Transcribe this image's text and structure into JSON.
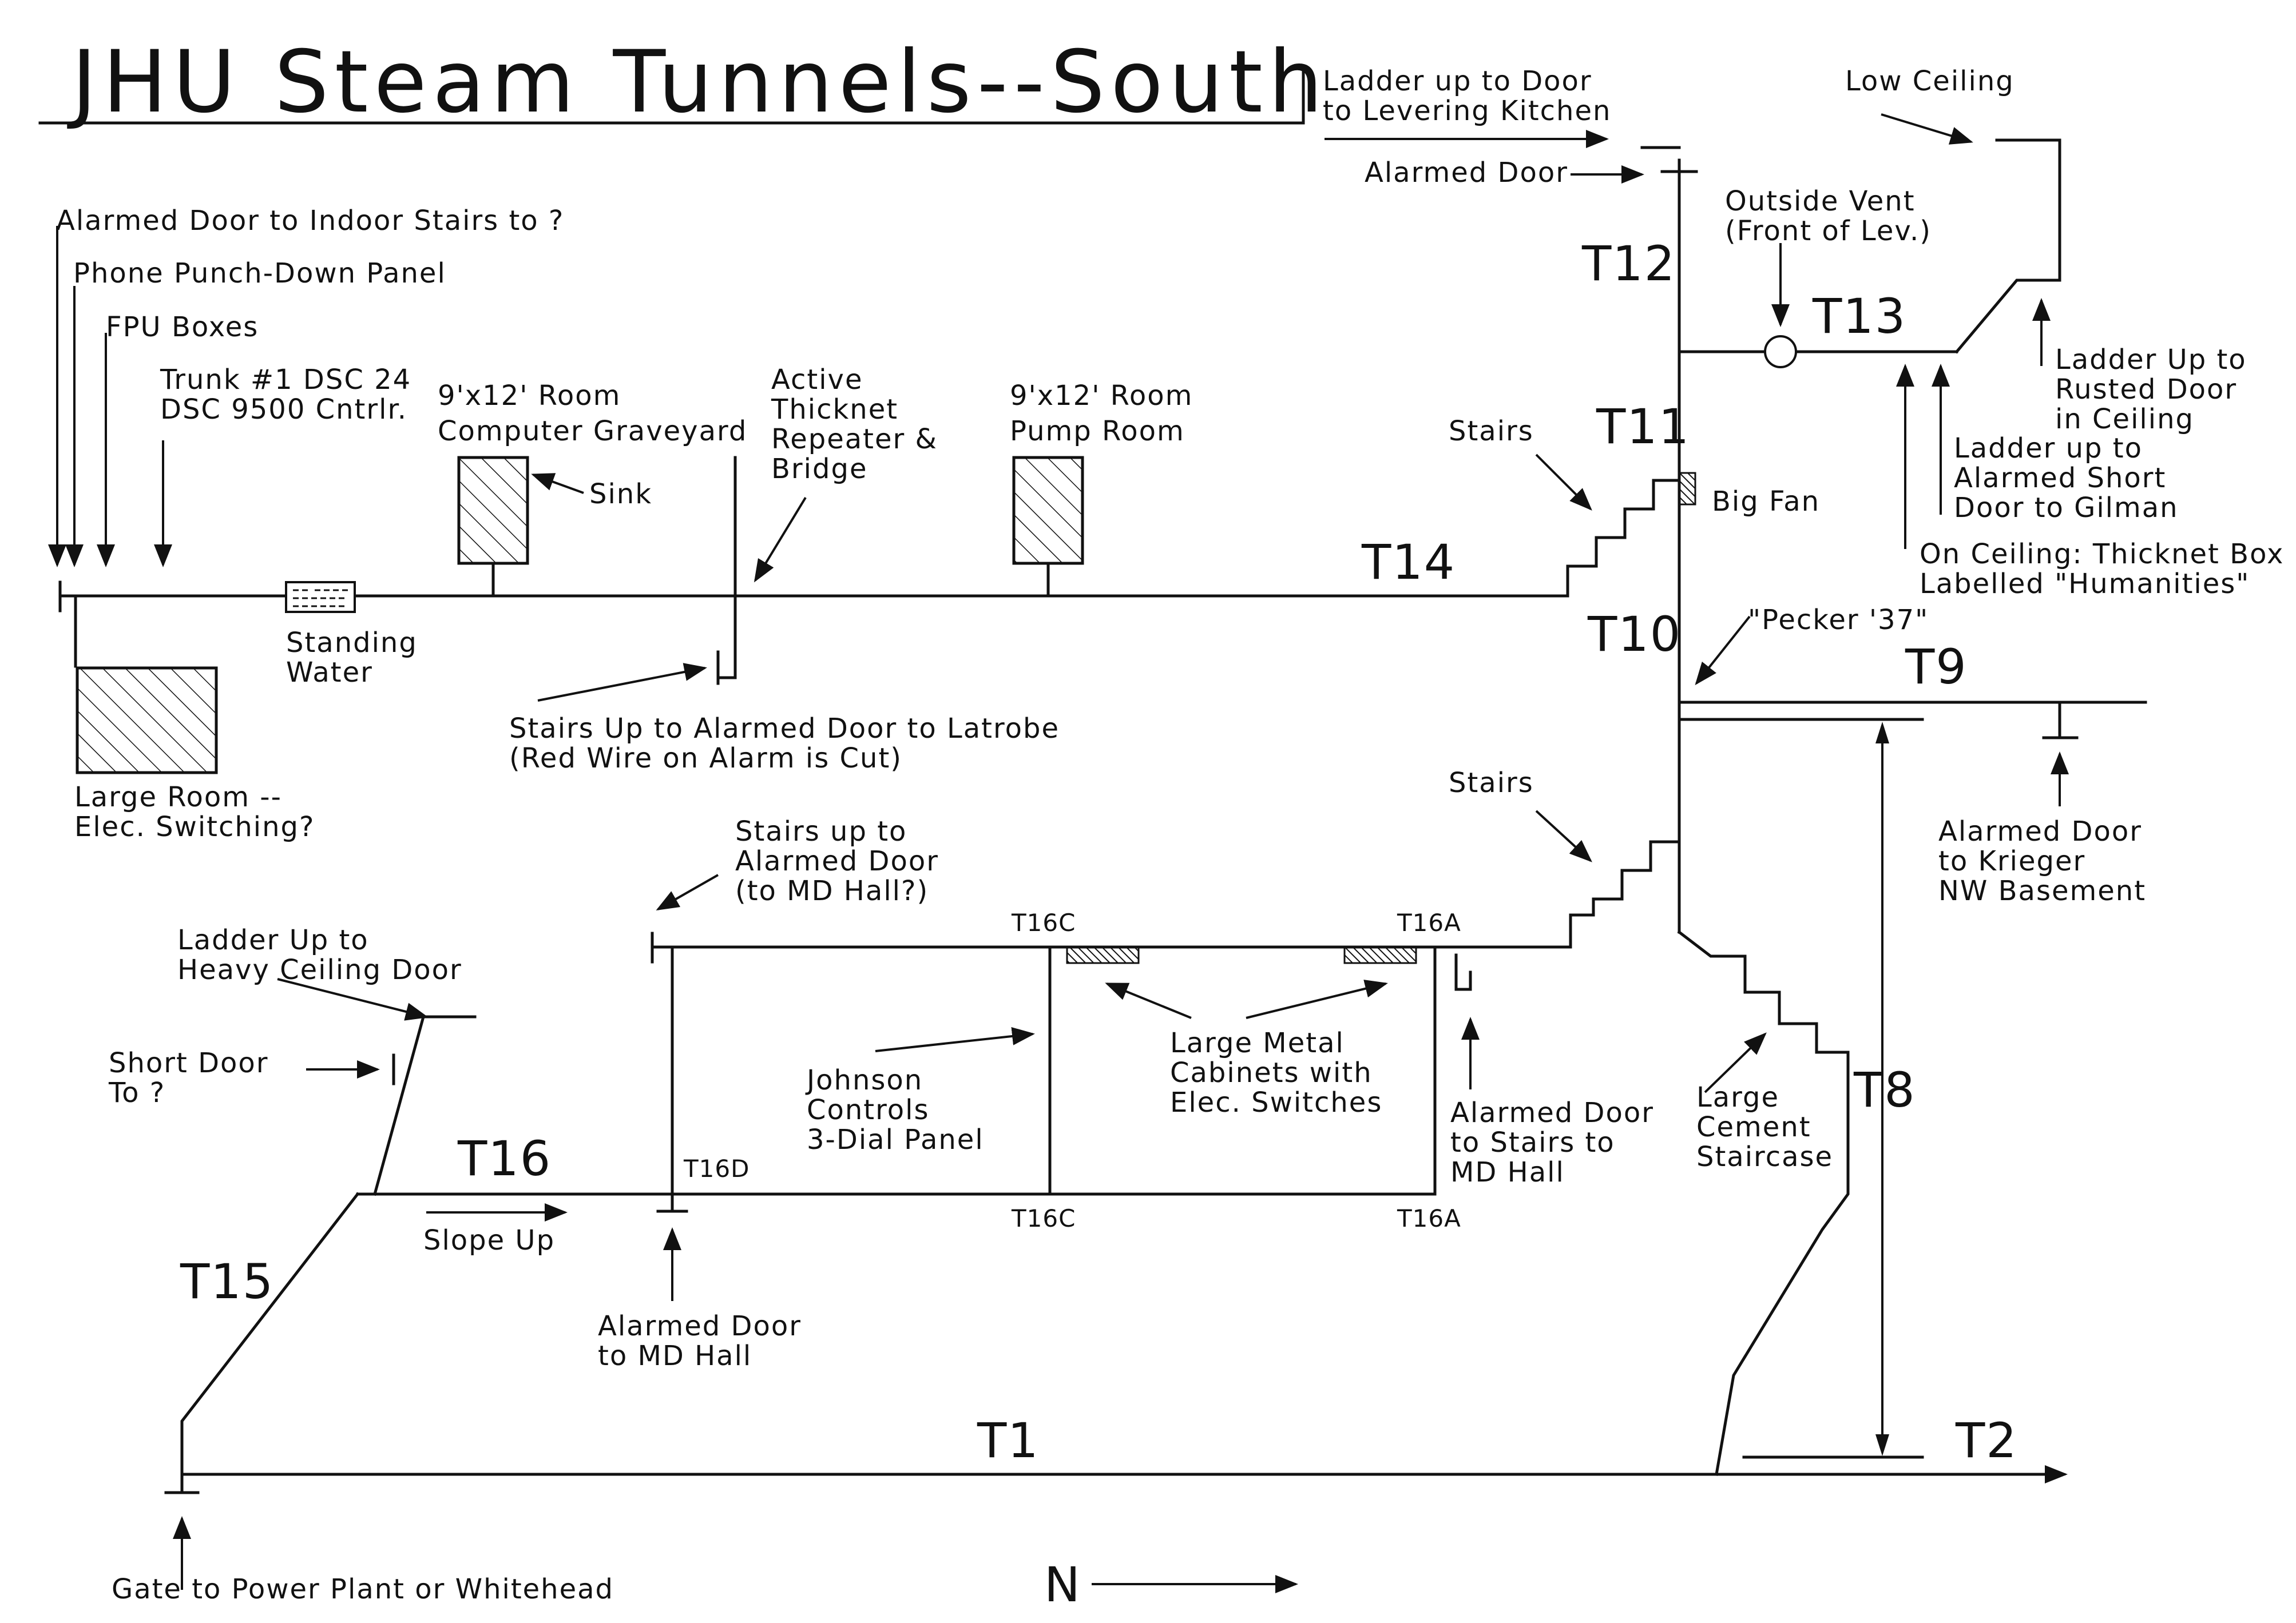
{
  "title": "JHU Steam Tunnels--South",
  "segments": {
    "t1": "T1",
    "t2": "T2",
    "t8": "T8",
    "t9": "T9",
    "t10": "T10",
    "t11": "T11",
    "t12": "T12",
    "t13": "T13",
    "t14": "T14",
    "t15": "T15",
    "t16": "T16"
  },
  "small_labels": {
    "t16c_top": "T16C",
    "t16a_top": "T16A",
    "t16d": "T16D",
    "t16c_bottom": "T16C",
    "t16a_bottom": "T16A"
  },
  "labels": {
    "ladder_levering": [
      "Ladder up to Door",
      "to Levering Kitchen"
    ],
    "low_ceiling": [
      "Low Ceiling"
    ],
    "alarmed_door_top": [
      "Alarmed Door"
    ],
    "outside_vent": [
      "Outside Vent",
      "(Front of Lev.)"
    ],
    "ladder_rusted": [
      "Ladder Up to",
      "Rusted Door",
      "in Ceiling"
    ],
    "ladder_gilman": [
      "Ladder up to",
      "Alarmed Short",
      "Door to Gilman"
    ],
    "thicknet_box": [
      "On Ceiling: Thicknet Box",
      "Labelled \"Humanities\""
    ],
    "alarmed_indoor": [
      "Alarmed Door to Indoor Stairs to ?"
    ],
    "phone_panel": [
      "Phone Punch-Down Panel"
    ],
    "fpu": [
      "FPU Boxes"
    ],
    "trunk": [
      "Trunk #1 DSC 24",
      "DSC 9500 Cntrlr."
    ],
    "graveyard": [
      "9'x12' Room",
      "Computer Graveyard"
    ],
    "sink": [
      "Sink"
    ],
    "repeater": [
      "Active",
      "Thicknet",
      "Repeater &",
      "Bridge"
    ],
    "pump_room": [
      "9'x12' Room",
      "Pump Room"
    ],
    "stairs_upper": [
      "Stairs"
    ],
    "big_fan": [
      "Big Fan"
    ],
    "standing_water": [
      "Standing",
      "Water"
    ],
    "large_room": [
      "Large Room --",
      "Elec. Switching?"
    ],
    "latrobe": [
      "Stairs Up to Alarmed Door to Latrobe",
      "(Red Wire on Alarm is Cut)"
    ],
    "pecker": [
      "\"Pecker '37\""
    ],
    "stairs_lower": [
      "Stairs"
    ],
    "krieger": [
      "Alarmed Door",
      "to Krieger",
      "NW Basement"
    ],
    "md_hall_top": [
      "Stairs up to",
      "Alarmed Door",
      "(to MD Hall?)"
    ],
    "heavy_ceiling": [
      "Ladder Up to",
      "Heavy Ceiling Door"
    ],
    "short_door": [
      "Short Door",
      "To ?"
    ],
    "johnson": [
      "Johnson",
      "Controls",
      "3-Dial Panel"
    ],
    "cabinets": [
      "Large Metal",
      "Cabinets with",
      "Elec. Switches"
    ],
    "stairs_md_hall": [
      "Alarmed Door",
      "to Stairs to",
      "MD Hall"
    ],
    "cement_stairs": [
      "Large",
      "Cement",
      "Staircase"
    ],
    "slope_up": [
      "Slope Up"
    ],
    "md_hall_door": [
      "Alarmed Door",
      "to MD Hall"
    ],
    "gate": [
      "Gate to Power Plant or Whitehead"
    ],
    "north": [
      "N"
    ]
  }
}
